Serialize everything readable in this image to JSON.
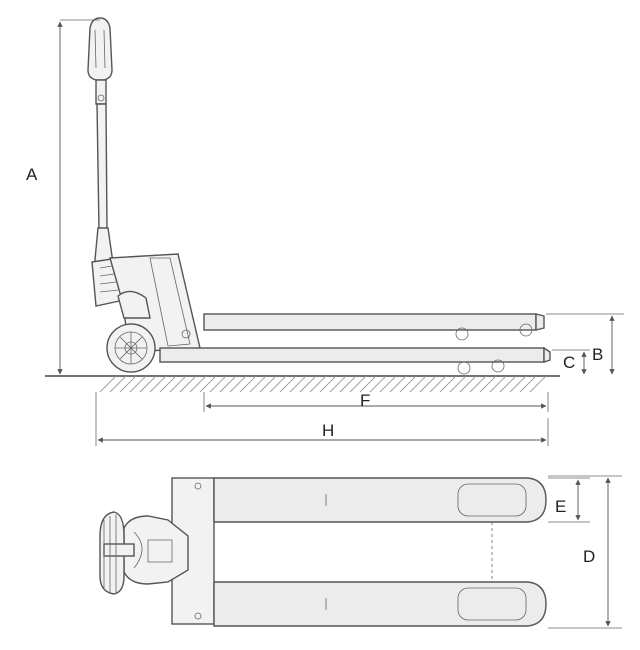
{
  "labels": {
    "A": "A",
    "B": "B",
    "C": "C",
    "F": "F",
    "H": "H",
    "E": "E",
    "D": "D"
  }
}
